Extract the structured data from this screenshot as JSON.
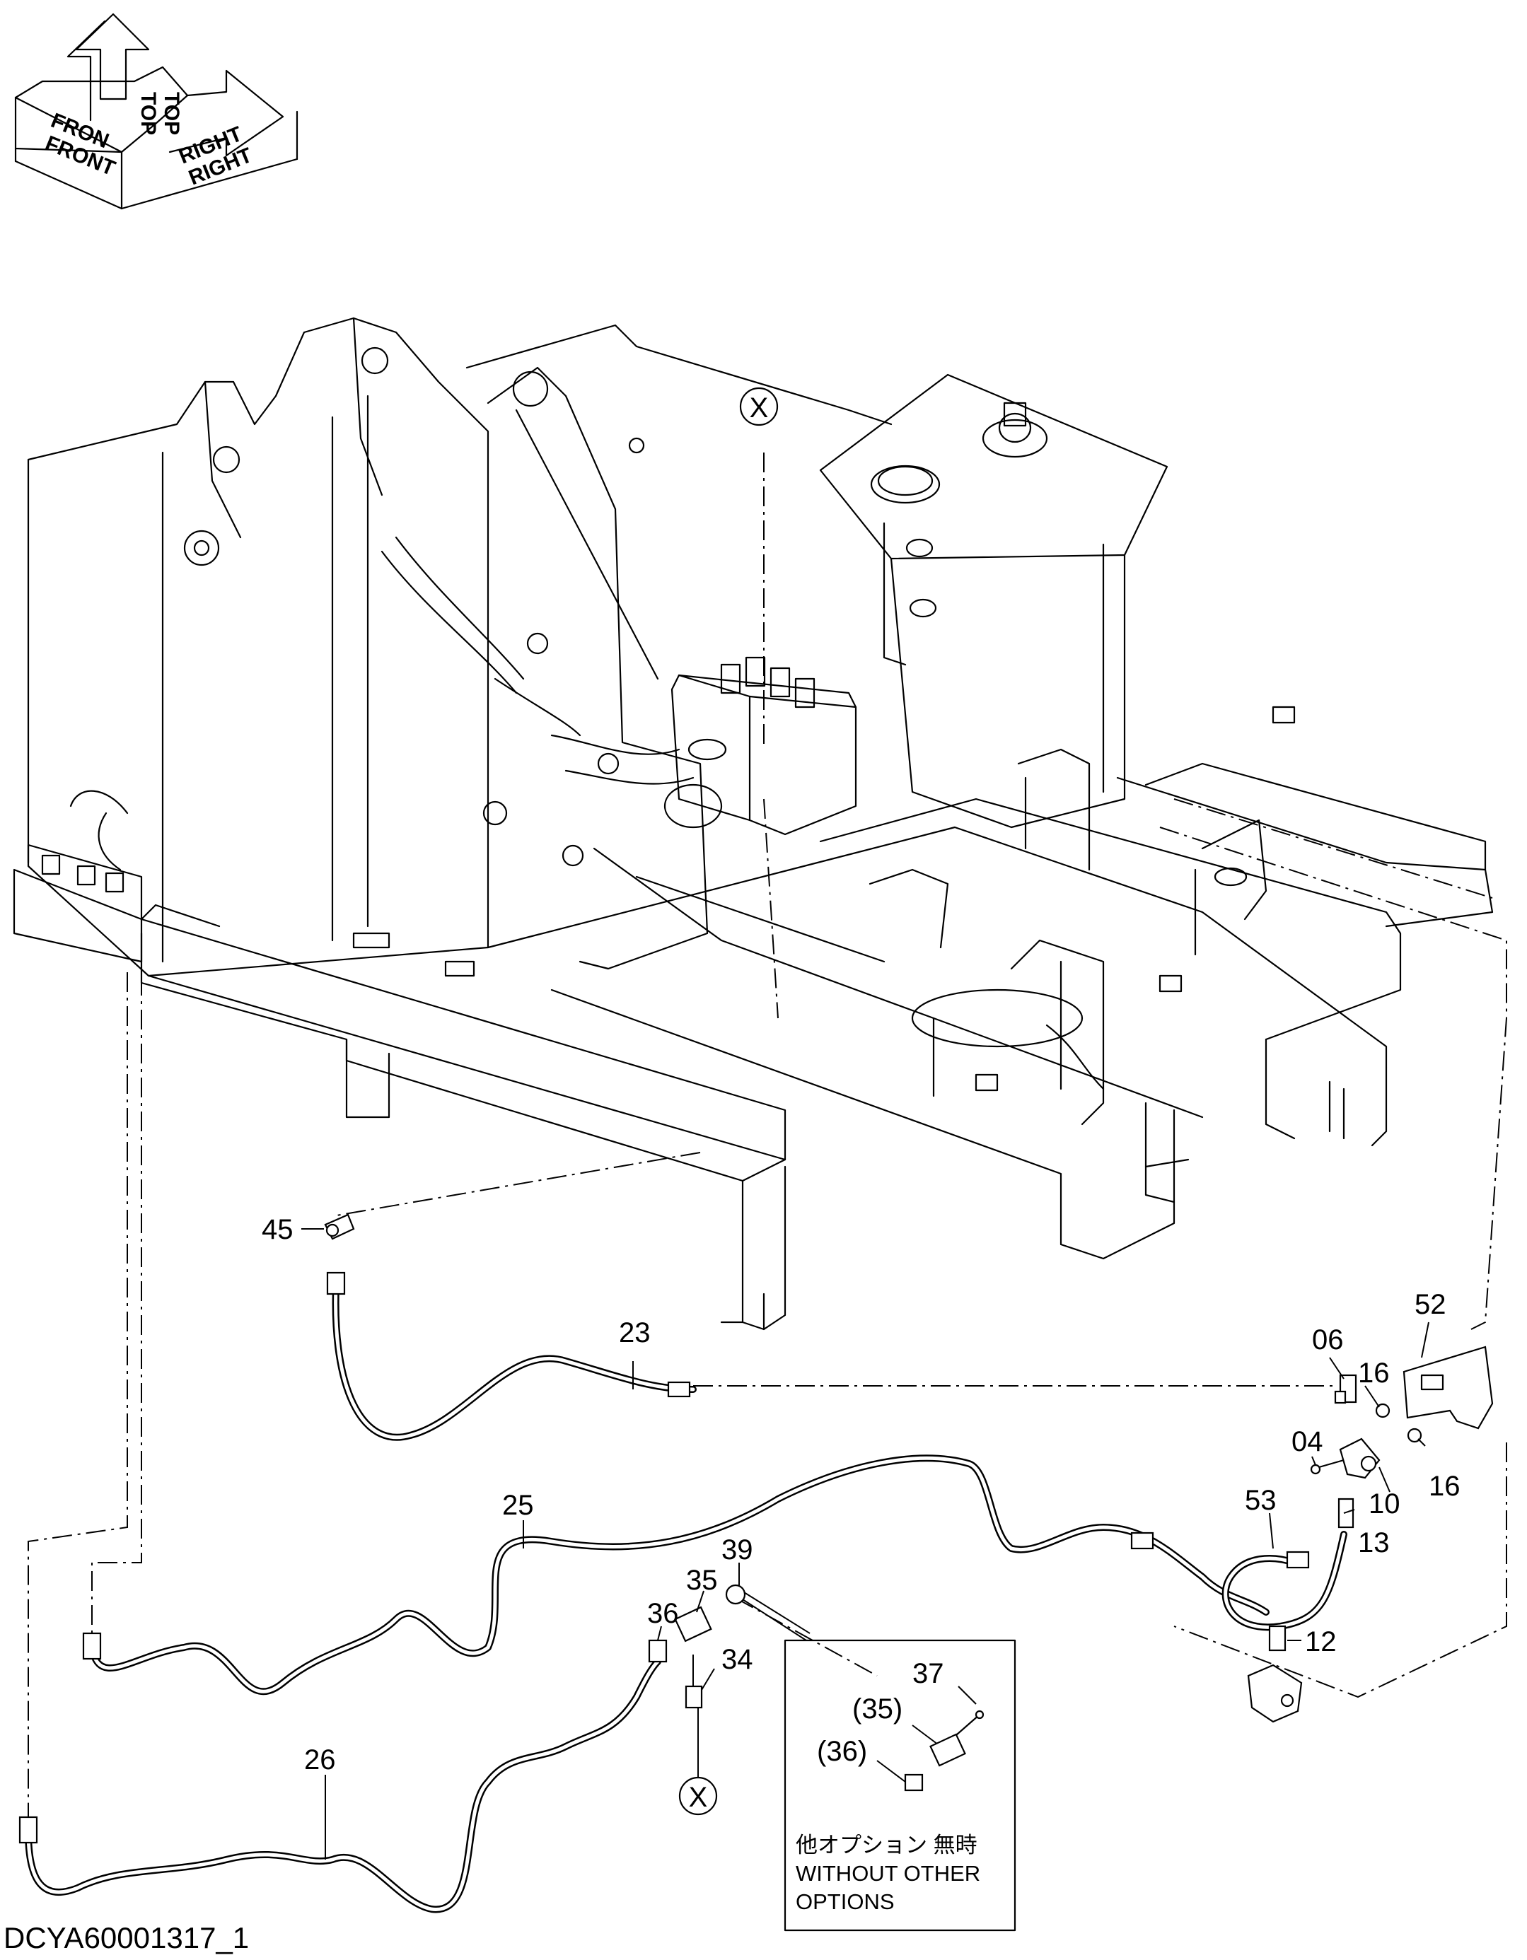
{
  "orientation": {
    "front_labels": [
      "FRON",
      "FRONT"
    ],
    "top_labels": [
      "TOP",
      "TOP"
    ],
    "right_labels": [
      "RIGHT",
      "RIGHT"
    ]
  },
  "callouts": [
    "45",
    "23",
    "06",
    "52",
    "16",
    "04",
    "10",
    "16",
    "53",
    "13",
    "25",
    "39",
    "35",
    "36",
    "34",
    "12",
    "26"
  ],
  "view_marker": "X",
  "detail_box": {
    "labels": [
      "37",
      "(35)",
      "(36)"
    ],
    "caption_jp": "他オプション 無時",
    "caption_en_1": "WITHOUT OTHER",
    "caption_en_2": "OPTIONS"
  },
  "drawing_code": "DCYA60001317_1"
}
